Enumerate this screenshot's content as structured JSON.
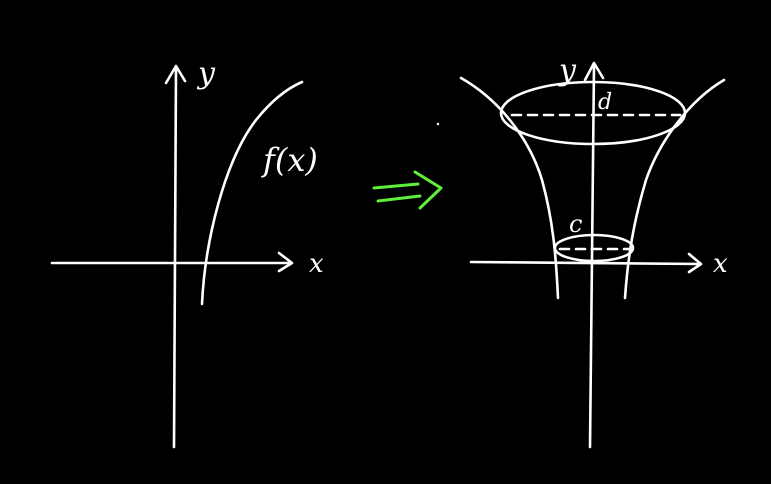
{
  "colors": {
    "background": "#000000",
    "ink": "#ffffff",
    "implies_arrow": "#5ff03a"
  },
  "left_graph": {
    "y_axis_label": "y",
    "x_axis_label": "x",
    "function_label": "f(x)"
  },
  "right_graph": {
    "y_axis_label": "y",
    "x_axis_label": "x",
    "lower_bound_label": "c",
    "upper_bound_label": "d"
  },
  "transition_symbol_name": "implies-arrow-icon"
}
